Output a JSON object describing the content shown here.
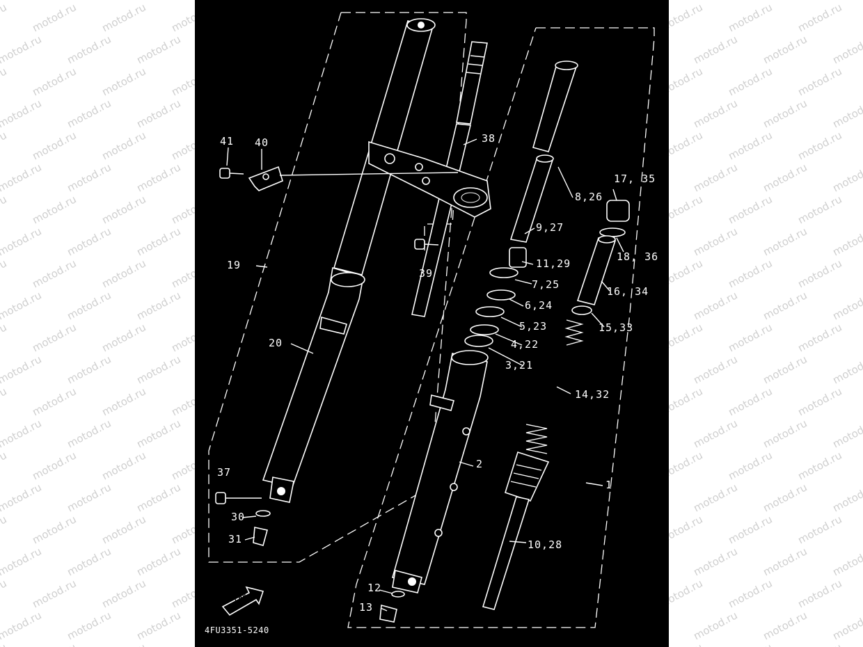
{
  "watermark": {
    "text": "motod.ru",
    "color": "#cfcfcf"
  },
  "diagram": {
    "background": "#000000",
    "line_color": "#ffffff",
    "part_code": "4FU3351-5240",
    "fwd_label": "FWD",
    "callouts": {
      "c41": "41",
      "c40": "40",
      "c38": "38",
      "c39": "39",
      "c19": "19",
      "c20": "20",
      "c37": "37",
      "c30": "30",
      "c31": "31",
      "c12": "12",
      "c13": "13",
      "c2": "2",
      "c1": "1",
      "c8_26": "8,26",
      "c9_27": "9,27",
      "c11_29": "11,29",
      "c7_25": "7,25",
      "c6_24": "6,24",
      "c5_23": "5,23",
      "c4_22": "4,22",
      "c3_21": "3,21",
      "c17_35": "17, 35",
      "c18_36": "18, 36",
      "c16_34": "16, 34",
      "c15_33": "15,33",
      "c14_32": "14,32",
      "c10_28": "10,28"
    }
  }
}
